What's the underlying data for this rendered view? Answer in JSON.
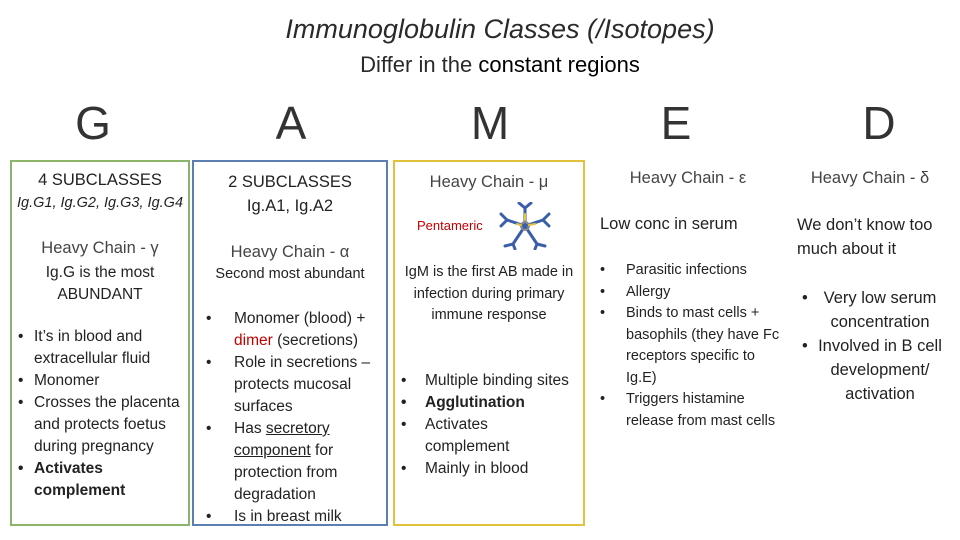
{
  "header": {
    "title": "Immunoglobulin Classes (/Isotopes)",
    "subtitle_plain": "Differ in the ",
    "subtitle_emph": "constant regions"
  },
  "classes": {
    "G": {
      "letter": "G",
      "subclasses_heading": "4 SUBCLASSES",
      "subclasses": "Ig.G1, Ig.G2, Ig.G3, Ig.G4",
      "heavy_chain": "Heavy Chain - γ",
      "summary": "Ig.G is the most ABUNDANT",
      "bullets": [
        "It’s in blood and extracellular fluid",
        "Monomer",
        "Crosses the placenta and protects foetus during pregnancy",
        "Activates complement"
      ],
      "colors": {
        "border": "#8ab56a"
      }
    },
    "A": {
      "letter": "A",
      "subclasses_heading": "2 SUBCLASSES",
      "subclasses": "Ig.A1, Ig.A2",
      "heavy_chain": "Heavy Chain - α",
      "summary": "Second most abundant",
      "bullet1_pre": "Monomer (blood) +",
      "bullet1_red": "dimer",
      "bullet1_post": "(secretions)",
      "bullet2": "Role in secretions – protects mucosal surfaces",
      "bullet3_pre": "Has",
      "bullet3_under": "secretory component",
      "bullet3_post": "for protection from degradation",
      "bullet4": "Is in breast milk",
      "colors": {
        "border": "#5b7fb0",
        "dimer": "#c00000"
      }
    },
    "M": {
      "letter": "M",
      "heavy_chain": "Heavy Chain - μ",
      "pentameric_label": "Pentameric",
      "summary": "IgM is the first AB made in infection during primary immune response",
      "bullets": [
        "Multiple binding sites",
        "Agglutination",
        "Activates complement",
        "Mainly in blood"
      ],
      "colors": {
        "border": "#e2c23c"
      }
    },
    "E": {
      "letter": "E",
      "heavy_chain": "Heavy Chain - ε",
      "summary": "Low conc in serum",
      "bullets": [
        "Parasitic infections",
        "Allergy",
        "Binds to mast cells + basophils (they have Fc receptors specific to Ig.E)",
        "Triggers histamine release from mast cells"
      ]
    },
    "D": {
      "letter": "D",
      "heavy_chain": "Heavy Chain - δ",
      "summary": "We don’t know too much about it",
      "bullets": [
        "Very low serum concentration",
        "Involved in B cell development/ activation"
      ]
    }
  },
  "icons": {
    "pentamer": "igm-pentamer-icon"
  },
  "colors": {
    "antibody_blue": "#3a5fa8",
    "antibody_yellow": "#e8c33a",
    "antibody_gray": "#8a8a8a"
  }
}
